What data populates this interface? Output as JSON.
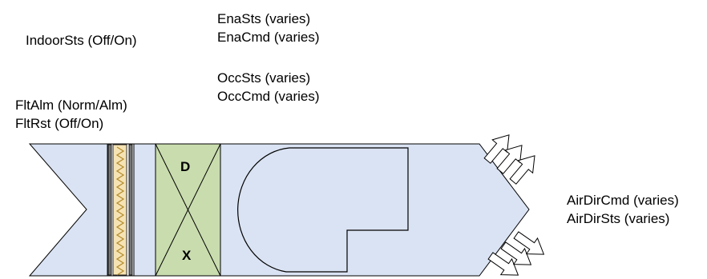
{
  "labels": {
    "indoor_sts": "IndoorSts (Off/On)",
    "ena_sts": "EnaSts (varies)",
    "ena_cmd": "EnaCmd (varies)",
    "occ_sts": "OccSts (varies)",
    "occ_cmd": "OccCmd (varies)",
    "flt_alm": "FltAlm (Norm/Alm)",
    "flt_rst": "FltRst (Off/On)",
    "air_dir_cmd": "AirDirCmd (varies)",
    "air_dir_sts": "AirDirSts (varies)"
  },
  "coil_letters": {
    "top": "D",
    "bottom": "X"
  },
  "colors": {
    "duct_fill": "#dae3f3",
    "outline": "#000000",
    "coil_fill": "#c9dcae",
    "filter_fill": "#f5e3b4",
    "filter_frame": "#777777"
  }
}
